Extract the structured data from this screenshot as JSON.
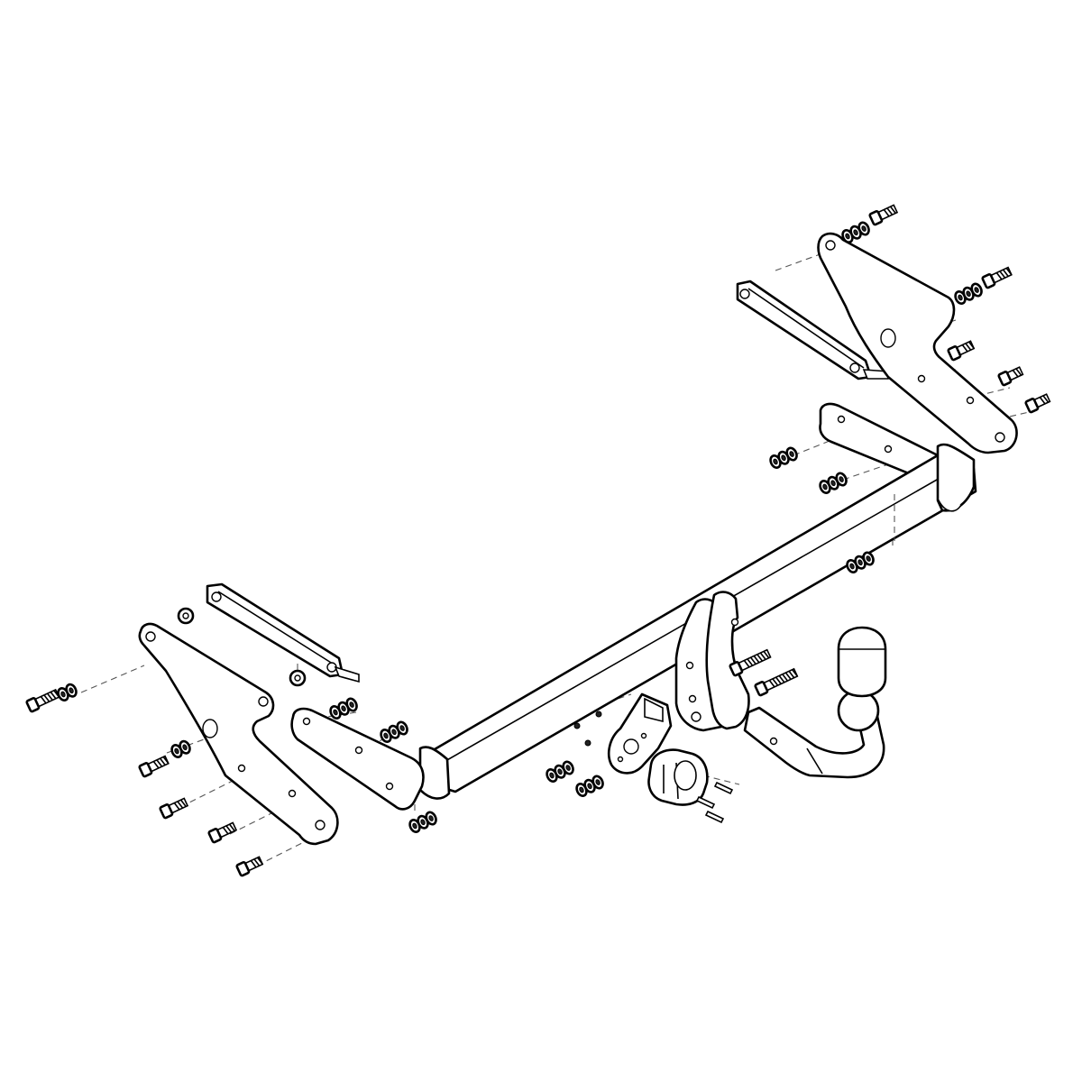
{
  "diagram": {
    "kind": "exploded assembly drawing",
    "background_color": "#ffffff",
    "line_color": "#000000",
    "parts": [
      "crossbar",
      "left-mounting-bracket",
      "right-mounting-bracket",
      "left-spacer-strip",
      "right-spacer-strip",
      "left-reinforcement-plate",
      "right-reinforcement-plate",
      "center-hitch-brackets",
      "tow-ball-arm",
      "tow-ball-cap",
      "socket-plate",
      "electrical-socket",
      "bolts",
      "nuts-and-washers"
    ]
  }
}
